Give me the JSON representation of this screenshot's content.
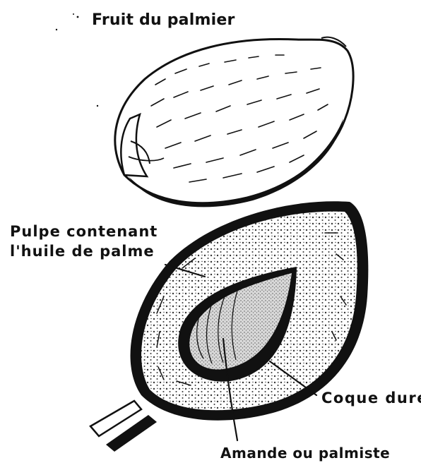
{
  "title": "Fruit du palmier",
  "labels": {
    "pulp_line1": "Pulpe contenant",
    "pulp_line2": "l'huile de palme",
    "shell": "Coque dure",
    "kernel": "Amande ou palmiste"
  },
  "colors": {
    "ink": "#111111",
    "paper": "#ffffff",
    "kernel_fill": "#d8d8d8"
  }
}
